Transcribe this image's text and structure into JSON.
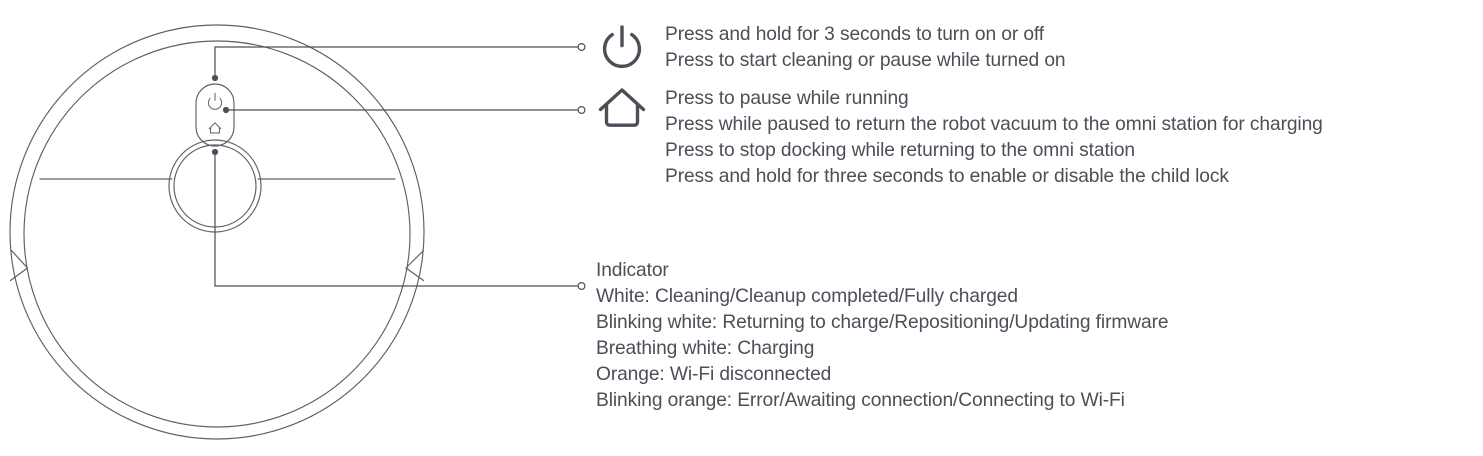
{
  "diagram": {
    "title": "Robot vacuum control panel and indicator legend",
    "stroke_color": "#5a5f68",
    "line_color": "#4a4f58",
    "text_color": "#4a4f58",
    "background": "#ffffff"
  },
  "device": {
    "name": "robot-vacuum-top-view",
    "button_panel": {
      "power_button_icon": "power-icon",
      "home_button_icon": "home-icon"
    },
    "turret": "lidar-turret",
    "bumper": "bumper-ring"
  },
  "callouts": [
    {
      "id": "power",
      "icon": "power-icon",
      "lines": [
        "Press and hold for 3 seconds to turn on or off",
        "Press to start cleaning or pause while turned on"
      ]
    },
    {
      "id": "home",
      "icon": "home-icon",
      "lines": [
        "Press to pause while running",
        "Press while paused to return the robot vacuum to the omni station for charging",
        "Press to stop docking while returning to the omni station",
        "Press and hold for three seconds to enable or disable the child lock"
      ]
    },
    {
      "id": "indicator",
      "icon": "none",
      "lines": [
        "Indicator",
        "White: Cleaning/Cleanup completed/Fully charged",
        "Blinking white: Returning to charge/Repositioning/Updating firmware",
        "Breathing white: Charging",
        "Orange: Wi-Fi disconnected",
        "Blinking orange: Error/Awaiting connection/Connecting to Wi-Fi"
      ]
    }
  ]
}
